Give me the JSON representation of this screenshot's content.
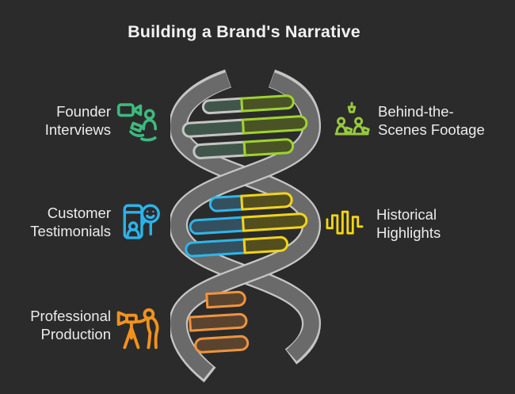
{
  "title": "Building a Brand's Narrative",
  "items": [
    {
      "id": "founder-interviews",
      "lines": [
        "Founder",
        "Interviews"
      ],
      "side": "left",
      "icon": "video-interview-icon",
      "color": "#3dba7e"
    },
    {
      "id": "behind-the-scenes",
      "lines": [
        "Behind-the-",
        "Scenes Footage"
      ],
      "side": "right",
      "icon": "film-set-icon",
      "color": "#97c93d"
    },
    {
      "id": "customer-testimonials",
      "lines": [
        "Customer",
        "Testimonials"
      ],
      "side": "left",
      "icon": "testimonial-phone-icon",
      "color": "#2ab4ea"
    },
    {
      "id": "historical-highlights",
      "lines": [
        "Historical",
        "Highlights"
      ],
      "side": "right",
      "icon": "waveform-icon",
      "color": "#f5d60f"
    },
    {
      "id": "professional-production",
      "lines": [
        "Professional",
        "Production"
      ],
      "side": "left",
      "icon": "camera-tripod-icon",
      "color": "#f2921d"
    }
  ],
  "helix": {
    "groups": [
      {
        "position": "top",
        "rungs": 3,
        "left_color": "teal-gray",
        "right_color": "lime"
      },
      {
        "position": "middle",
        "rungs": 3,
        "left_color": "cyan",
        "right_color": "yellow"
      },
      {
        "position": "bottom",
        "rungs": 3,
        "left_color": "orange",
        "right_color": "orange"
      }
    ]
  },
  "colors": {
    "bg": "#2b2b2b",
    "title_color": "#f2f2f2",
    "label_color": "#ececec",
    "strand_fill": "#6a6a6a",
    "strand_edge": "#c5c5c5",
    "rung_teal_fill": "#41564a",
    "rung_teal_stroke": "#c5c5c5",
    "rung_lime_fill": "#4a5326",
    "rung_lime_stroke": "#9ed32f",
    "rung_blue_fill": "#34505f",
    "rung_blue_stroke": "#2eb6ea",
    "rung_yellow_fill": "#524e1f",
    "rung_yellow_stroke": "#f2d418",
    "rung_orange_fill": "#5a4430",
    "rung_orange_stroke": "#f0943c",
    "icon_green": "#3dba7e",
    "icon_cyan": "#2ab4ea",
    "icon_lime": "#97c93d",
    "icon_yellow": "#f5d60f",
    "icon_orange": "#f2921d"
  }
}
